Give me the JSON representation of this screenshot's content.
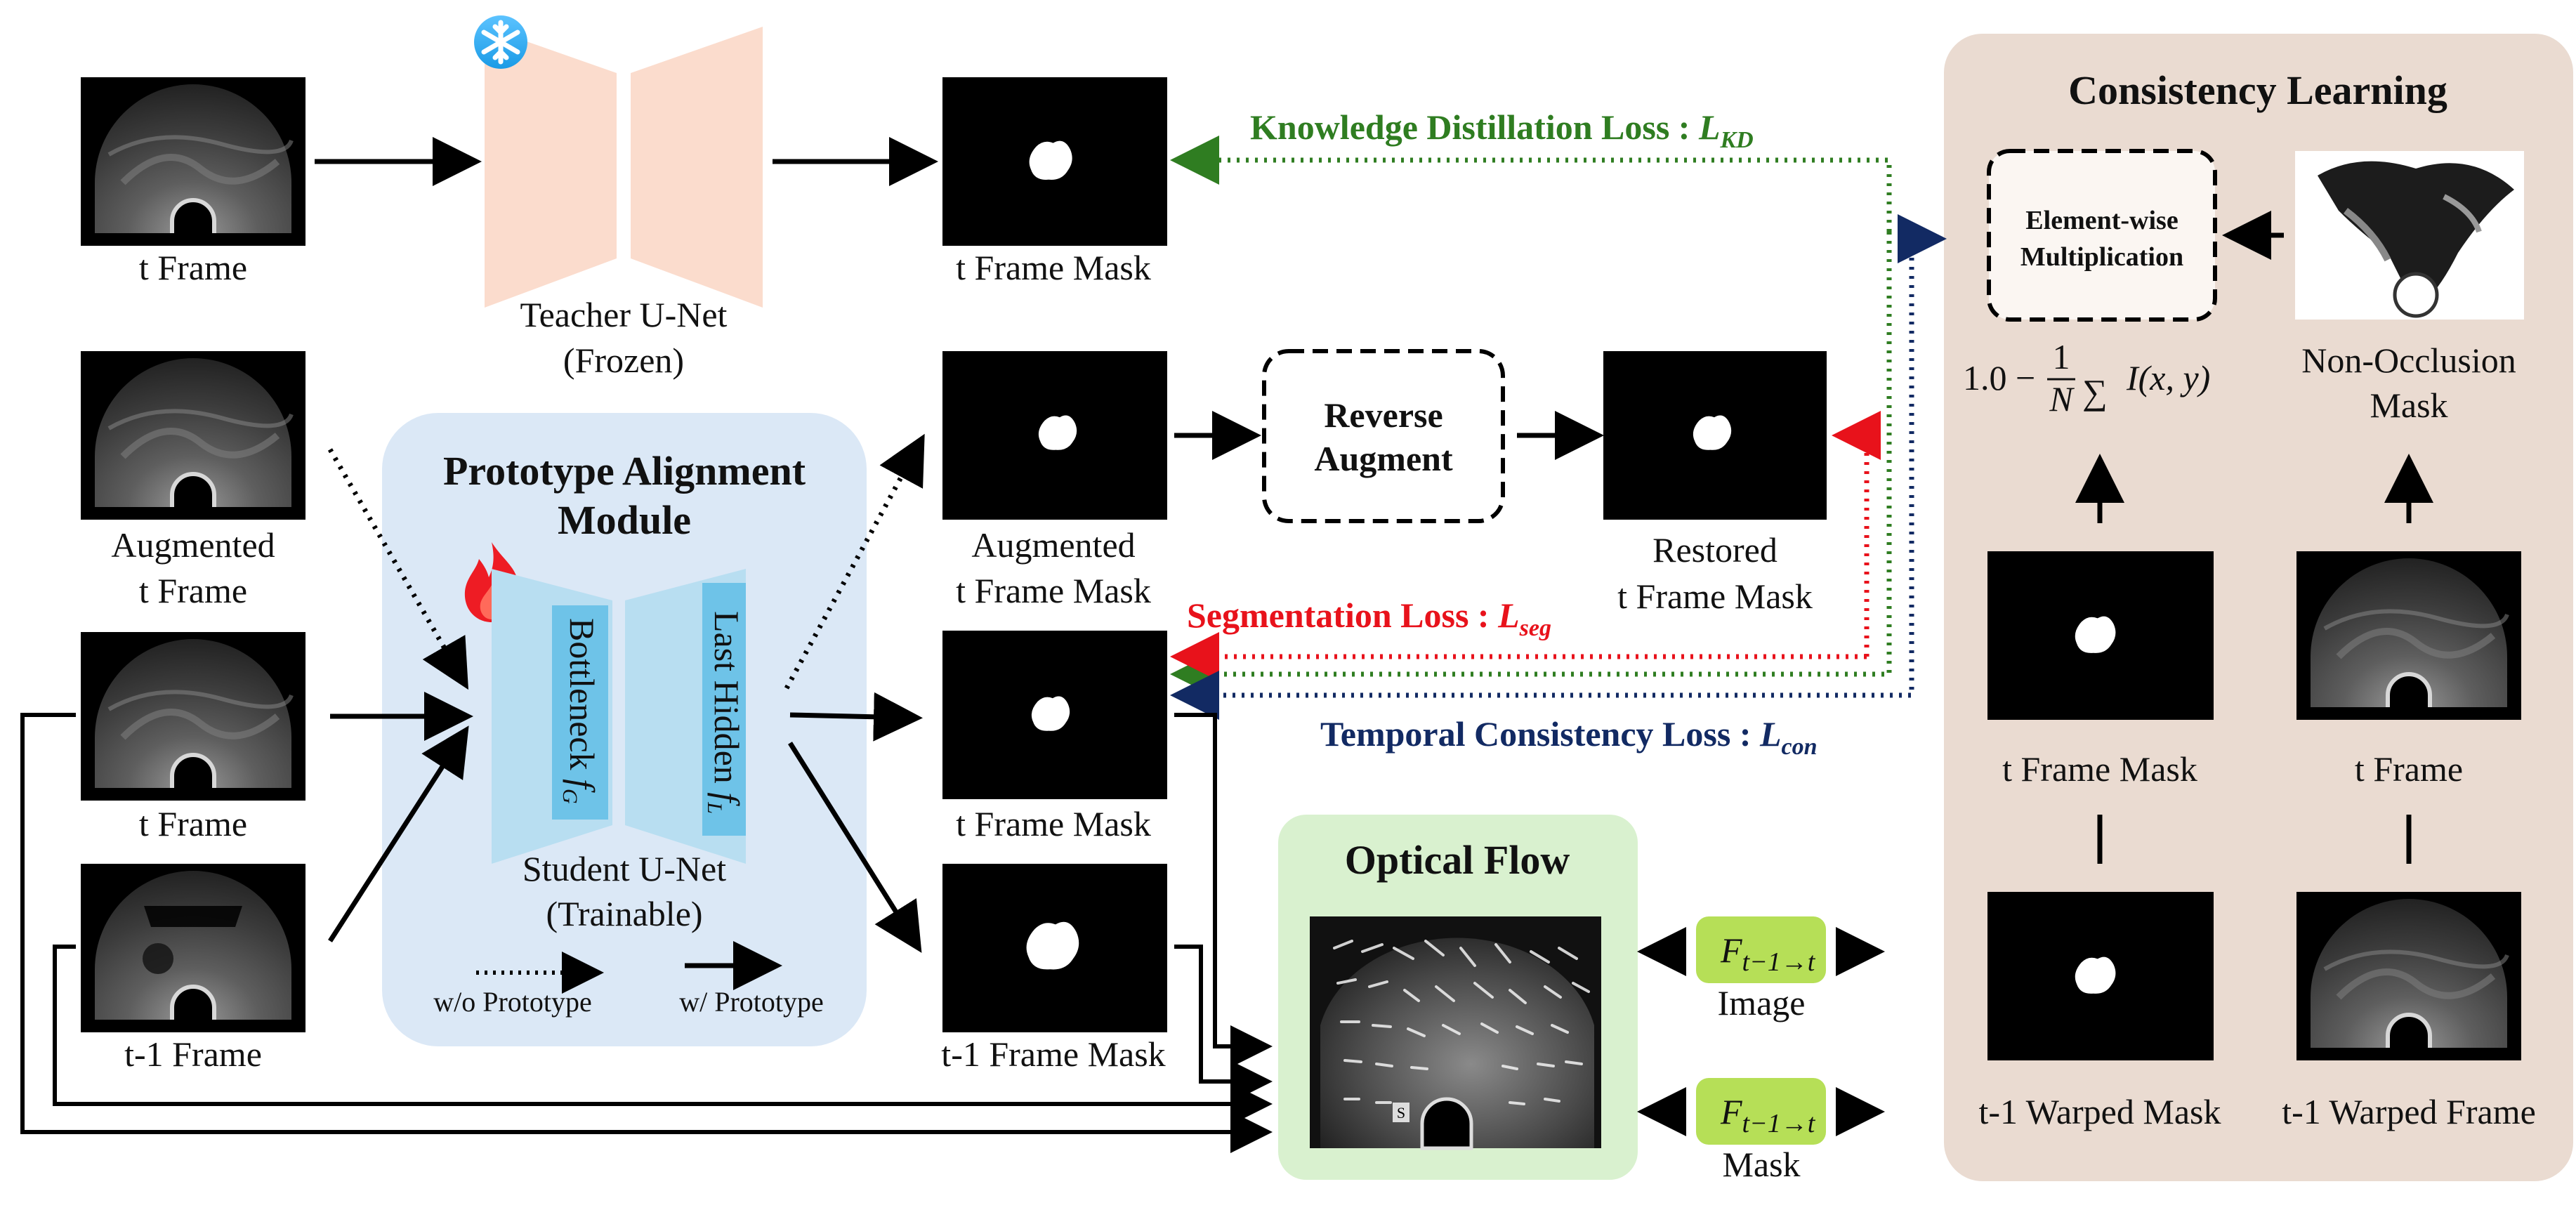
{
  "colors": {
    "consistency_bg": "#eadbd1",
    "optical_bg": "#d9f1cf",
    "prototype_bg": "#dbe8f6",
    "teacher_fill": "#fbdccd",
    "student_fill": "#b8def1",
    "student_inner": "#6ec3e8",
    "flow_box": "#b6df57",
    "kd_green": "#2f7d21",
    "seg_red": "#e8121b",
    "con_navy": "#122a63",
    "snow_blue": "#1a9be6",
    "flame_red": "#ee1c24"
  },
  "teacher": {
    "input_label": "t Frame",
    "name_line1": "Teacher U-Net",
    "name_line2": "(Frozen)",
    "output_label": "t Frame Mask",
    "icon": "snowflake-icon"
  },
  "student": {
    "inputs": [
      {
        "line1": "Augmented",
        "line2": "t Frame"
      },
      {
        "line1": "t Frame",
        "line2": ""
      },
      {
        "line1": "t-1 Frame",
        "line2": ""
      }
    ],
    "module_title_line1": "Prototype Alignment",
    "module_title_line2": "Module",
    "bottleneck_label": "Bottleneck",
    "bottleneck_symbol": "f",
    "bottleneck_sub": "G",
    "last_hidden_label": "Last Hidden",
    "last_hidden_symbol": "f",
    "last_hidden_sub": "L",
    "name_line1": "Student U-Net",
    "name_line2": "(Trainable)",
    "legend_without": "w/o Prototype",
    "legend_with": "w/ Prototype",
    "icon": "flame-icon"
  },
  "outputs": {
    "augmented_mask_line1": "Augmented",
    "augmented_mask_line2": "t Frame Mask",
    "t_mask": "t Frame Mask",
    "t1_mask": "t-1 Frame Mask",
    "restored_line1": "Restored",
    "restored_line2": "t Frame Mask"
  },
  "reverse_augment": {
    "line1": "Reverse",
    "line2": "Augment"
  },
  "losses": {
    "kd": "Knowledge Distillation Loss : ",
    "kd_symbol": "L",
    "kd_sub": "KD",
    "seg": "Segmentation Loss : ",
    "seg_symbol": "L",
    "seg_sub": "seg",
    "con": "Temporal Consistency Loss : ",
    "con_symbol": "L",
    "con_sub": "con"
  },
  "optical_flow": {
    "title": "Optical Flow",
    "flow_symbol": "F",
    "flow_sub": "t−1→t",
    "image_label": "Image",
    "mask_label": "Mask",
    "badge": "S"
  },
  "consistency": {
    "title": "Consistency Learning",
    "element_line1": "Element-wise",
    "element_line2": "Multiplication",
    "formula_prefix": "1.0 − ",
    "formula_num": "1",
    "formula_den": "N",
    "formula_sum": "∑",
    "formula_term": "I(x, y)",
    "non_occlusion_line1": "Non-Occlusion",
    "non_occlusion_line2": "Mask",
    "t_mask": "t Frame Mask",
    "t_frame": "t Frame",
    "warped_mask": "t-1 Warped Mask",
    "warped_frame": "t-1 Warped Frame"
  }
}
